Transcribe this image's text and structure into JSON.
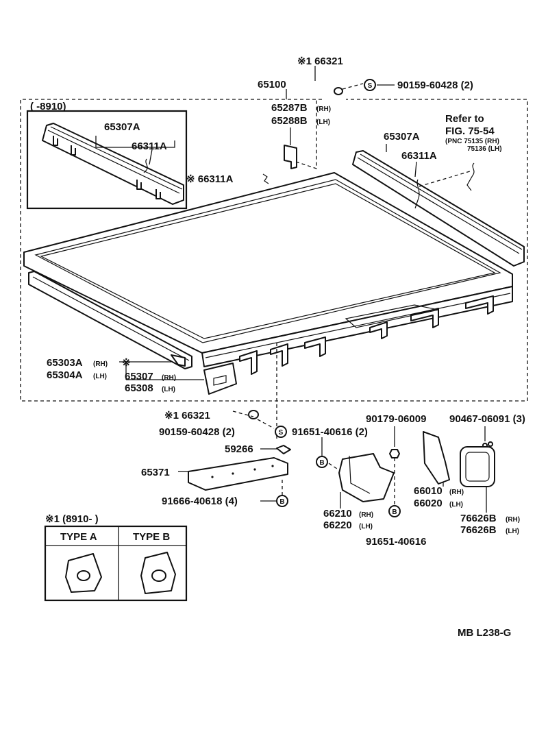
{
  "labels": {
    "note_66321_top": "※1 66321",
    "bolt_90159_top": "90159-60428 (2)",
    "main_65100": "65100",
    "range_8910": "(      -8910)",
    "rh_65287B": "65287B",
    "lh_65288B": "65288B",
    "refer_to": "Refer to",
    "fig_75_54": "FIG. 75-54",
    "pnc_75135": "(PNC 75135 (RH)",
    "pnc_75136": "75136 (LH)",
    "inset_65307A": "65307A",
    "inset_66311A": "66311A",
    "right_65307A": "65307A",
    "right_66311A": "66311A",
    "note_66311A": "※ 66311A",
    "p_65303A": "65303A",
    "p_65304A": "65304A",
    "p_65307": "65307",
    "p_65308": "65308",
    "note_66321_bottom": "※1 66321",
    "bolt_90159_bottom": "90159-60428 (2)",
    "bolt_91651_a": "91651-40616 (2)",
    "p_59266": "59266",
    "p_65371": "65371",
    "bolt_91666": "91666-40618 (4)",
    "nut_90179": "90179-06009",
    "screw_90467": "90467-06091 (3)",
    "p_66010": "66010",
    "p_66020": "66020",
    "p_66210": "66210",
    "p_66220": "66220",
    "bolt_91651_b": "91651-40616",
    "p_76626B_rh": "76626B",
    "p_76626B_lh": "76626B",
    "type_range": "※1 (8910-       )",
    "type_a": "TYPE  A",
    "type_b": "TYPE  B",
    "ref_code": "MB L238-G",
    "rh": "(RH)",
    "lh": "(LH)",
    "s_mark": "S",
    "b_mark": "B",
    "asterisk": "※"
  }
}
